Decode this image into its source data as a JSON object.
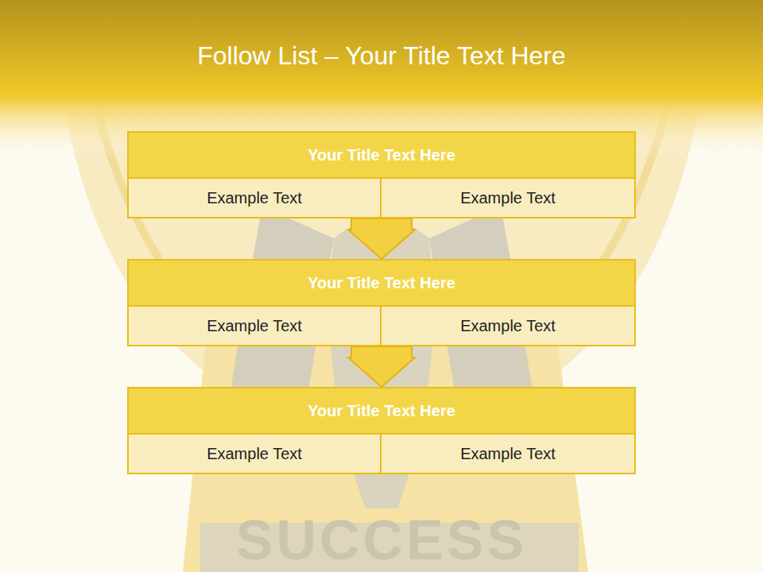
{
  "diagram": {
    "title": "Follow List – Your Title Text Here",
    "nodes": [
      {
        "text": [
          "Your Title Text Here"
        ]
      },
      {
        "text": [
          "Example Text"
        ],
        "in": 0
      },
      {
        "text": [
          "Example Text"
        ],
        "in": 0
      },
      {
        "text": [
          "Your Title Text Here"
        ]
      },
      {
        "text": [
          "Example Text"
        ],
        "in": 3
      },
      {
        "text": [
          "Example Text"
        ],
        "in": 3
      },
      {
        "text": [
          "Your Title Text Here"
        ]
      },
      {
        "text": [
          "Example Text"
        ],
        "in": 6
      },
      {
        "text": [
          "Example Text"
        ],
        "in": 6
      }
    ],
    "edges": [
      {
        "from": 0,
        "to": 3,
        "arrow": "to"
      },
      {
        "from": 3,
        "to": 6,
        "arrow": "to"
      }
    ],
    "labels": [
      "SUCCESS"
    ]
  }
}
